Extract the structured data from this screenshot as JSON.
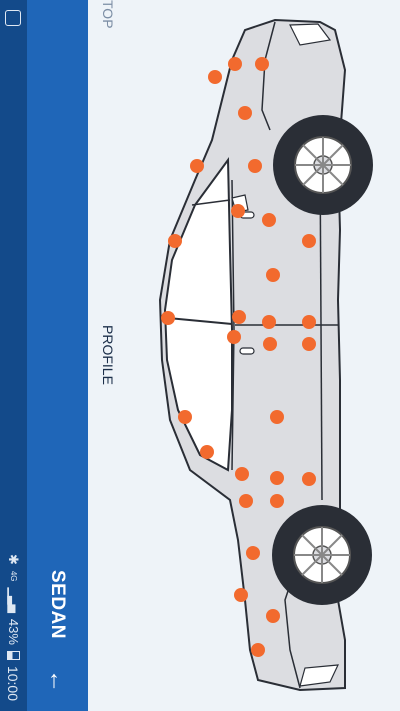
{
  "status_bar": {
    "time": "10:00",
    "battery": "43%",
    "network": "4G",
    "icons": [
      "bluetooth-icon",
      "signal-icon",
      "battery-icon",
      "app-notification-icon"
    ]
  },
  "app_bar": {
    "title": "SEDAN",
    "back_icon": "arrow-left-icon"
  },
  "tabs": [
    {
      "label": "PROFILE",
      "selected": true
    },
    {
      "label": "TOP",
      "selected": false
    }
  ],
  "colors": {
    "status_bar": "#134a8a",
    "app_bar": "#1f66b8",
    "background": "#eef3f8",
    "hotspot": "#f26a2e",
    "car_body": "#dcdde1"
  }
}
